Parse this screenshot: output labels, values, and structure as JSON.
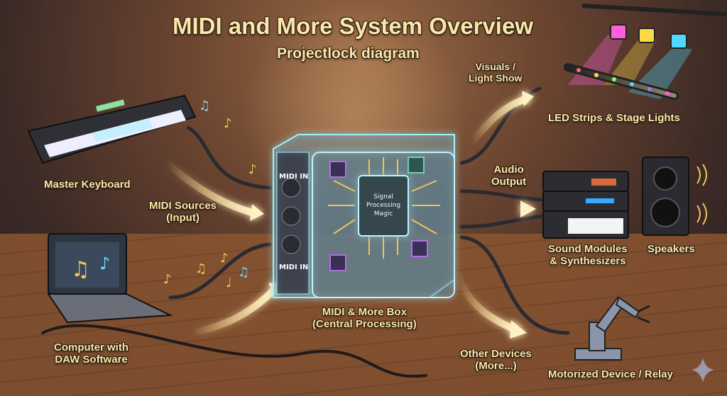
{
  "title": "MIDI and More System Overview",
  "subtitle": "Projectlock diagram",
  "colors": {
    "label_text": "#fbe7a8",
    "glow_cyan": "#7fe8ff",
    "arrow_glow": "#ffd98a",
    "circuit_trace": "#f2c35a",
    "chip_purple": "#b070e0",
    "light_pink": "#ff5fd8",
    "light_yellow": "#ffd84a",
    "light_cyan": "#4fd8ff"
  },
  "central_box": {
    "label": "MIDI & More Box\n(Central Processing)",
    "chip_label": "Signal\nProcessing\nMagic",
    "ports": [
      "MIDI IN",
      "MIDI IN"
    ]
  },
  "inputs": {
    "group_label": "MIDI Sources\n(Input)",
    "devices": [
      {
        "name": "Master Keyboard",
        "icon": "keyboard-icon"
      },
      {
        "name": "Computer with\nDAW Software",
        "icon": "laptop-icon"
      }
    ]
  },
  "outputs": [
    {
      "connection_label": "Visuals /\nLight Show",
      "device": "LED Strips & Stage Lights",
      "icon": "led-strip-icon"
    },
    {
      "connection_label": "Audio\nOutput",
      "device": "Sound Modules\n& Synthesizers",
      "icon": "synth-rack-icon"
    },
    {
      "connection_label": "",
      "device": "Speakers",
      "icon": "speaker-icon"
    },
    {
      "connection_label": "Other Devices\n(More...)",
      "device": "Motorized Device / Relay",
      "icon": "robot-arm-icon"
    }
  ]
}
